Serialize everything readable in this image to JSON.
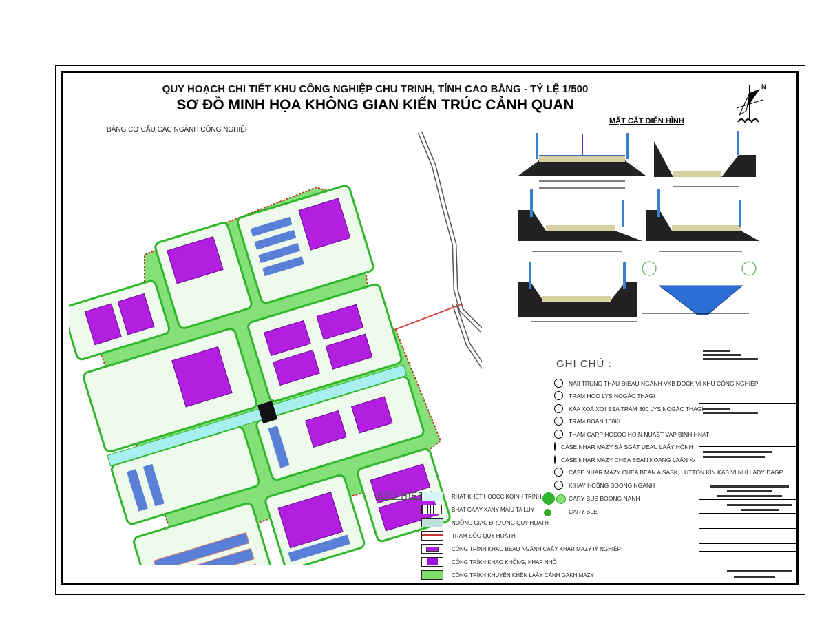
{
  "header": {
    "title_line1": "QUY HOẠCH CHI TIẾT KHU CÔNG NGHIỆP CHU TRINH, TỈNH CAO BẰNG - TỶ LỆ 1/500",
    "title_line2": "SƠ ĐỒ MINH HỌA KHÔNG GIAN KIẾN TRÚC CẢNH QUAN"
  },
  "plan": {
    "subtitle": "BẢNG CƠ CẤU CÁC NGÀNH CÔNG NGHIỆP",
    "north_label": "N",
    "colors": {
      "green": "#7ddc6a",
      "dark_green": "#2fb62a",
      "purple": "#b21fe0",
      "water": "#a8f0f0",
      "blue_roof": "#5a7fd6",
      "boundary": "#b33a1e"
    }
  },
  "sections": {
    "title": "MẶT CẮT DIỄN HÌNH"
  },
  "notes": {
    "title": "GHI CHÚ :",
    "items": [
      "NAII TRUNG THẦU ĐIEAU NGÀNH VKB DÓCK VÌ KHU CÔNG NGHIỆP",
      "TRAM HÒO LYS NOGÁC THAGI",
      "KẢA XOÀ XỞI SSA TRAM 300 LYS NOGÁC THAGI",
      "TRAM BOÀN 100KI",
      "THAM CARP HGSOC HỒIN NUAŠT VAP BINH HNAT",
      "CÁSE NHAR MAZY SÀ SGÁT UEAU LAẤY HÓNH VAR CAO",
      "CÁSE NHAR MAZY CHEA BEAN KOANG LAẤN KASN NHẸ",
      "CÁSE NHAR MAZY CHEA BEAN A SASK, LUTTON KIN KAB VÌ NHÍ LADY DAGP",
      "KIHAY HOŠNG BOONG NGÀNH"
    ],
    "tree_big": "CARY BUE BOONG NẠNH",
    "tree_small": "CARY BLE"
  },
  "legend": {
    "title": "KÝÙ HIEP",
    "items": [
      "RHAT KHỆT HOÔCC KOÍNH TRÌNH",
      "BHAT GÁẤY KANY MAIU TA LUY",
      "NOÔNG GIAO ĐRƯƠNG QUY HOATH",
      "TRAM ĐÕO QUY HOÀTH",
      "CÔNG TRÌNH KHAO BEAU NGÀNH CAẤY KHAR MAZY IÝ NGHIỆP",
      "CÔNG TRÌKH KHAO KHÔNG, KHAP NHỎ",
      "CÔNG TRÌKH KHUYẾN KHÊN LAẤY CẢNH GAKH MAZY"
    ]
  }
}
